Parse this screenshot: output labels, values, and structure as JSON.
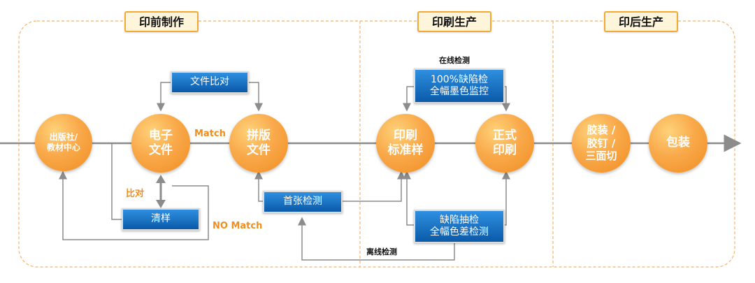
{
  "sections": {
    "prepress": "印前制作",
    "printing": "印刷生产",
    "postpress": "印后生产"
  },
  "nodes": {
    "publisher": "出版社/\n教材中心",
    "electronic_file": "电子\n文件",
    "imposition_file": "拼版\n文件",
    "print_standard": "印刷\n标准样",
    "formal_print": "正式\n印刷",
    "binding": "胶装 /\n胶钉 /\n三面切",
    "packaging": "包装"
  },
  "boxes": {
    "file_compare": "文件比对",
    "clean_proof": "清样",
    "first_check": "首张检测",
    "online_defect": "100%缺陷检\n全幅墨色监控",
    "offline_defect": "缺陷抽检\n全幅色差检测"
  },
  "labels": {
    "match": "Match",
    "compare": "比对",
    "no_match": "NO Match",
    "online_inspection": "在线检测",
    "offline_inspection": "离线检测"
  },
  "colors": {
    "accent_orange": "#f08d22",
    "box_blue": "#0a5aa8",
    "frame_dash": "#f5b26b",
    "connector_gray": "#8c8c8c"
  }
}
